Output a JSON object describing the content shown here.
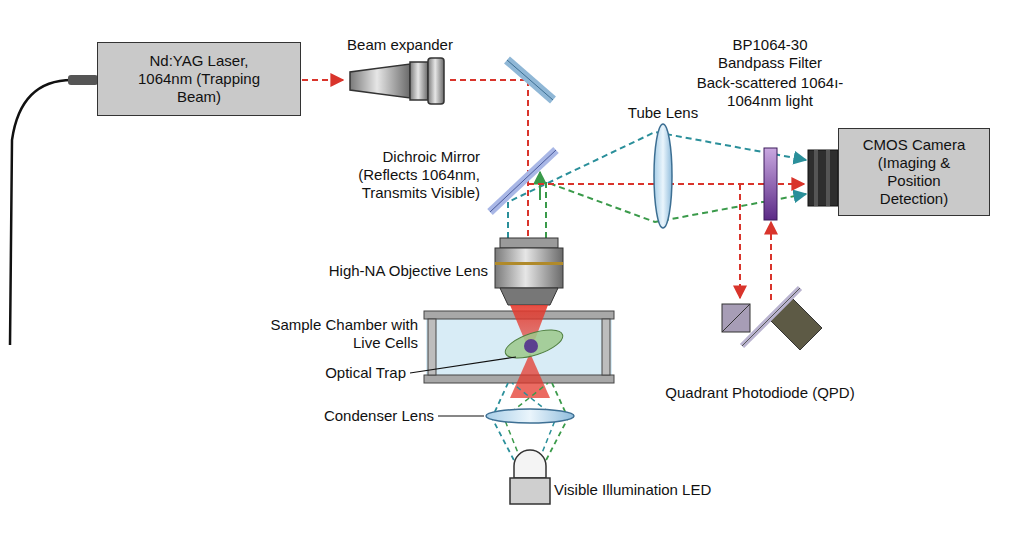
{
  "diagram": {
    "nodes": [
      {
        "text": [
          "Nd:YAG Laser, 1064nm (Trapping Beam)"
        ]
      },
      {
        "text": [
          "CMOS Camera (Imaging & Position Detection)"
        ]
      }
    ],
    "labels": [
      "Beam expander",
      "Dichroic Mirror (Reflects 1064nm, Transmits Visible)",
      "High-NA Objective Lens",
      "Sample Chamber with Live Cells",
      "Optical Trap",
      "Condenser Lens",
      "Visible Illumination LED",
      "Tube Lens",
      "BP1064-30 Bandpass Filter",
      "Back-scattered 1064ı- 1064nm light",
      "Quadrant Photodiode (QPD)"
    ]
  }
}
